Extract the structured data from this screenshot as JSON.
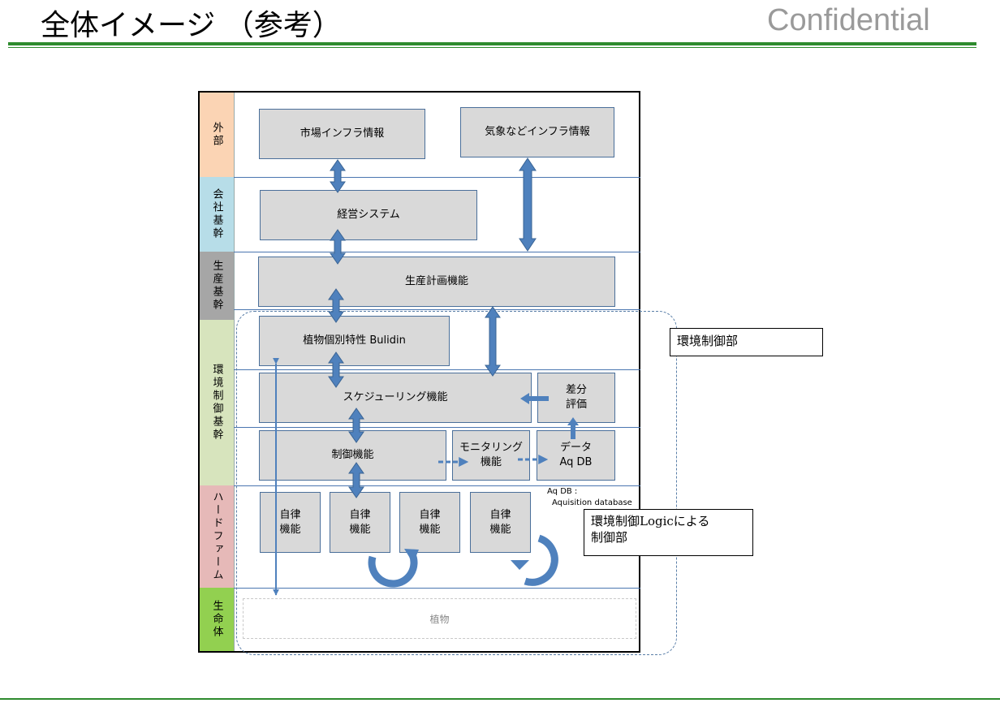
{
  "header": {
    "title": "全体イメージ （参考）",
    "confidential": "Confidential"
  },
  "bands": [
    {
      "label": "外部",
      "color": "#fbd4b4"
    },
    {
      "label": "会社基幹",
      "color": "#b7dde8"
    },
    {
      "label": "生産基幹",
      "color": "#a6a6a6"
    },
    {
      "label": "環境制御基幹",
      "color": "#d7e4bd"
    },
    {
      "label": "ハードファーム",
      "color": "#e6b9b8"
    },
    {
      "label": "生命体",
      "color": "#92d050"
    }
  ],
  "boxes": {
    "market_info": "市場インフラ情報",
    "weather_info": "気象などインフラ情報",
    "management_system": "経営システム",
    "production_planning": "生産計画機能",
    "plant_characteristics": "植物個別特性 Bulidin",
    "scheduling": "スケジューリング機能",
    "difference_eval_line1": "差分",
    "difference_eval_line2": "評価",
    "control": "制御機能",
    "monitoring_line1": "モニタリング",
    "monitoring_line2": "機能",
    "data_line1": "データ",
    "data_line2": "Aq DB",
    "autonomous_line1": "自律",
    "autonomous_line2": "機能",
    "plant": "植物"
  },
  "notes": {
    "aqdb_line1": "Aq DB :",
    "aqdb_line2": "Aquisition database"
  },
  "callouts": {
    "env_control_unit": "環境制御部",
    "logic_control_line1": "環境制御Logicによる",
    "logic_control_line2": "制御部"
  },
  "colors": {
    "accent_green": "#2e8b2e",
    "arrow_blue": "#4f81bd",
    "box_border": "#4a6f9a",
    "box_fill": "#d9d9d9"
  }
}
